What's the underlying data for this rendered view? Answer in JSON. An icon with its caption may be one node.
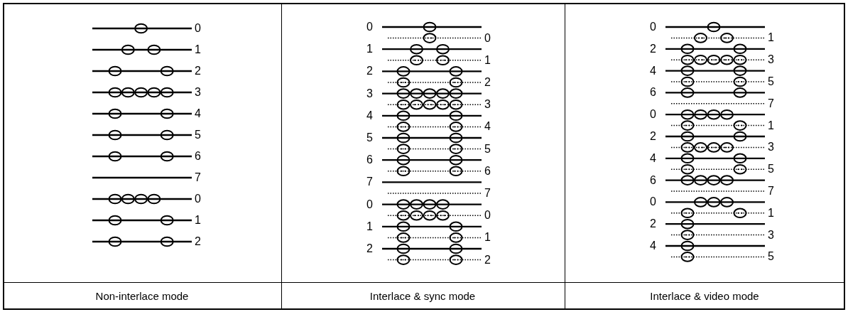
{
  "diagram": {
    "labels": [
      "0",
      "1",
      "2",
      "3",
      "4",
      "5",
      "6",
      "7",
      "0",
      "1",
      "2",
      "0",
      "0",
      "1",
      "1",
      "2",
      "2",
      "3",
      "3",
      "4",
      "4",
      "5",
      "5",
      "6",
      "6",
      "7",
      "7",
      "0",
      "0",
      "1",
      "1",
      "2",
      "2",
      "0",
      "1",
      "2",
      "3",
      "4",
      "5",
      "6",
      "7",
      "0",
      "1",
      "2",
      "3",
      "4",
      "5",
      "6",
      "7",
      "0",
      "1",
      "2",
      "3",
      "4",
      "5",
      "Non-interlace mode",
      "Interlace & sync mode",
      "Interlace & video mode"
    ]
  }
}
